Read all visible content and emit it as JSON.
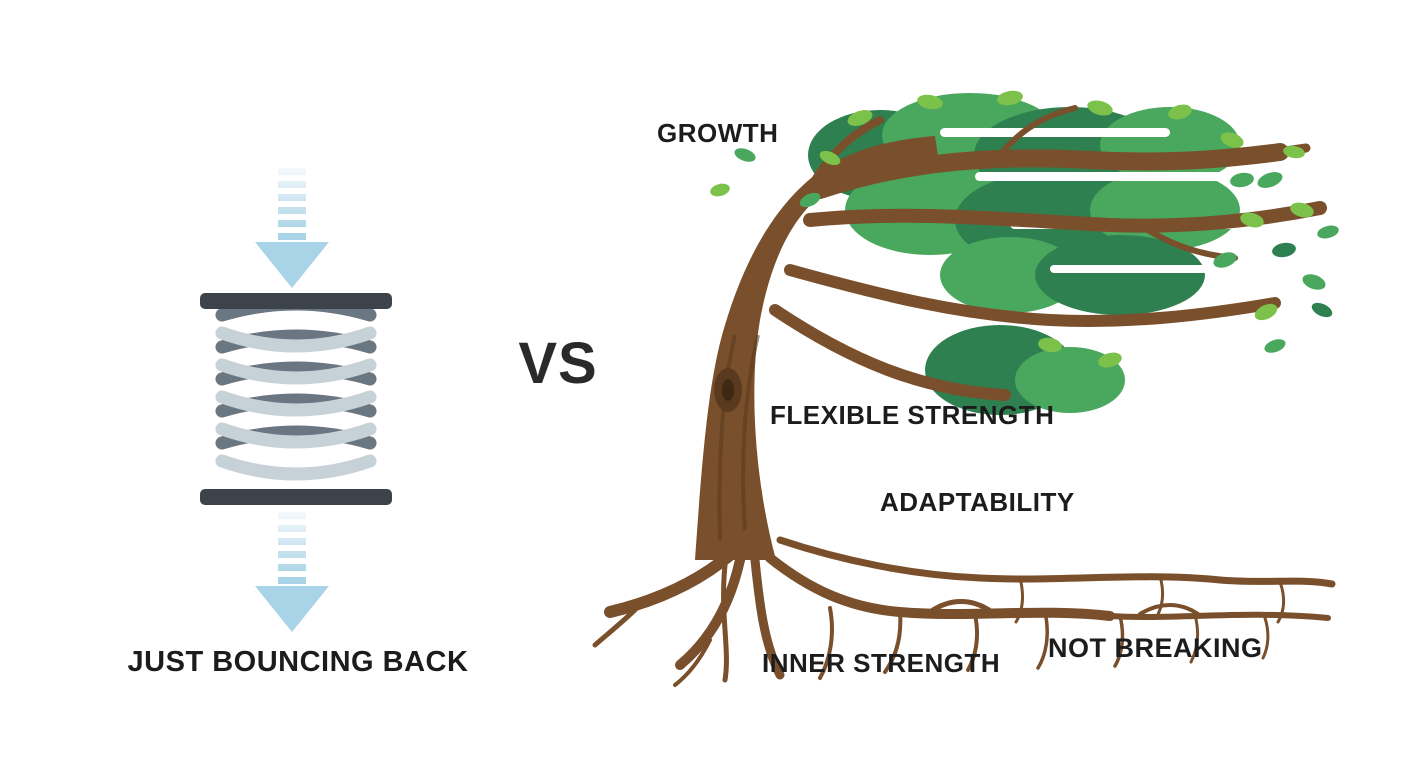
{
  "illustration": {
    "left": {
      "caption": "JUST BOUNCING BACK"
    },
    "center": {
      "vs": "VS"
    },
    "right": {
      "label_growth": "GROWTH",
      "label_flexible_strength": "FLEXIBLE STRENGTH",
      "label_adaptability": "ADAPTABILITY",
      "label_inner_strength": "INNER STRENGTH",
      "label_not_breaking": "NOT BREAKING"
    }
  },
  "colors": {
    "background": "#ffffff",
    "text": "#1c1c1c",
    "arrow_blue": "#a9d3e6",
    "arrow_blue_light": "#cfe6f2",
    "plate_dark": "#3c434b",
    "spring_light": "#c7d2d8",
    "spring_dark": "#6a7682",
    "trunk_brown": "#7a4f2b",
    "trunk_dark": "#5a3a1e",
    "leaf_dark": "#2e8050",
    "leaf_mid": "#49a85e",
    "leaf_light": "#7cc24a"
  }
}
